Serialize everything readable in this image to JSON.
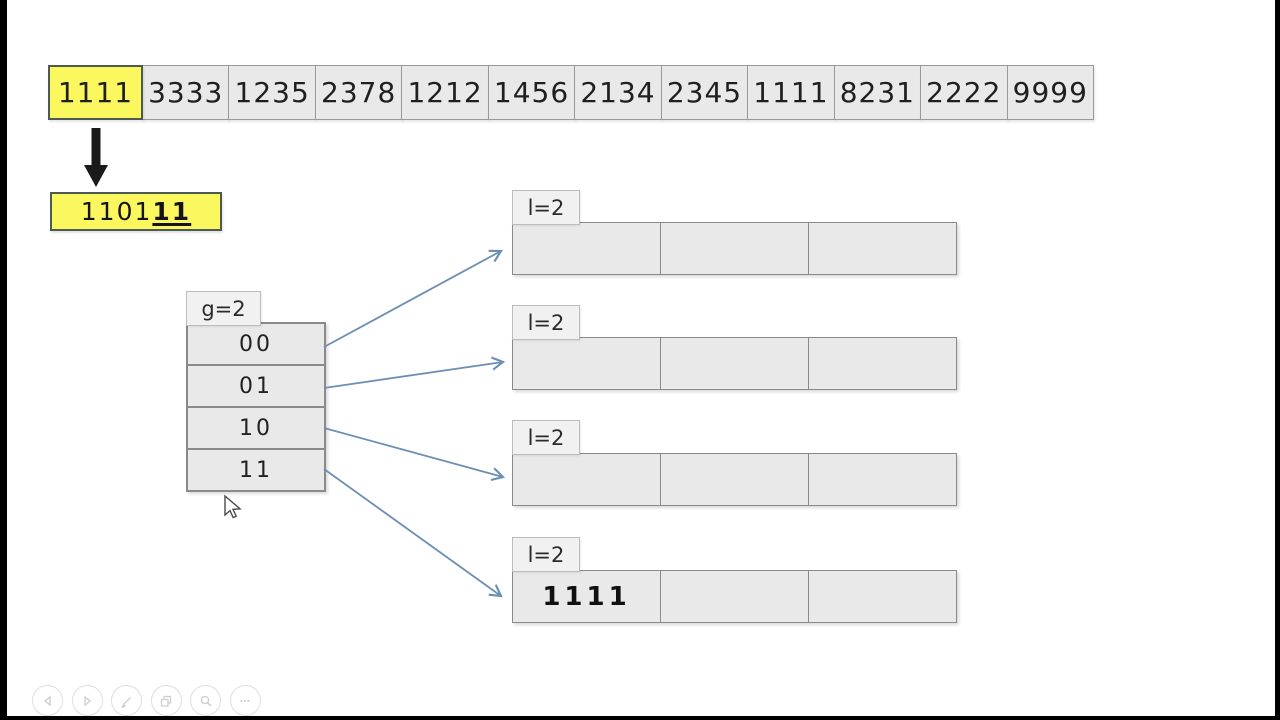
{
  "diagram": {
    "input_row": {
      "cells": [
        "1111",
        "3333",
        "1235",
        "2378",
        "1212",
        "1456",
        "2134",
        "2345",
        "1111",
        "8231",
        "2222",
        "9999"
      ]
    },
    "hash_box": {
      "prefix": "1101",
      "suffix": "11"
    },
    "directory": {
      "label": "g=2",
      "entries": [
        "00",
        "01",
        "10",
        "11"
      ]
    },
    "buckets": [
      {
        "label": "l=2",
        "cells": [
          "",
          "",
          ""
        ]
      },
      {
        "label": "l=2",
        "cells": [
          "",
          "",
          ""
        ]
      },
      {
        "label": "l=2",
        "cells": [
          "",
          "",
          ""
        ]
      },
      {
        "label": "l=2",
        "cells": [
          "1111",
          "",
          ""
        ]
      }
    ],
    "colors": {
      "highlight_fill": "#faf75f",
      "highlight_border": "#4c5b52",
      "cell_fill": "#e9e9e9",
      "cell_border": "#8a8a8a",
      "pointer_arrow_blue": "#6d8fb3",
      "insert_arrow_black": "#1a1a1a"
    }
  },
  "player": {
    "controls": [
      {
        "name": "previous"
      },
      {
        "name": "next"
      },
      {
        "name": "pencil"
      },
      {
        "name": "copy"
      },
      {
        "name": "zoom"
      },
      {
        "name": "more"
      }
    ]
  }
}
